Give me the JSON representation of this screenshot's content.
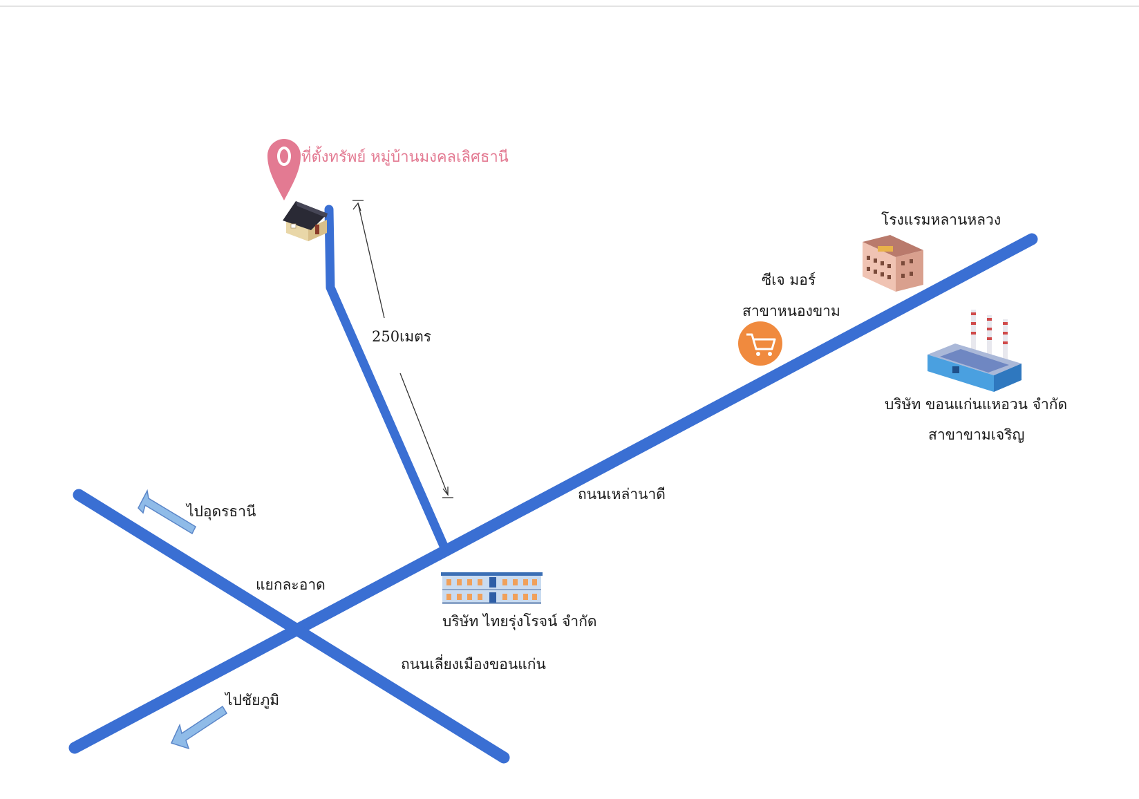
{
  "colors": {
    "road": "#3a6fd3",
    "arrow": "#8fbbe8",
    "pin": "#e37a92",
    "shop": "#f08a3e",
    "text": "#1a1a1a"
  },
  "property": {
    "label": "ที่ตั้งทรัพย์ หมู่บ้านมงคลเลิศธานี",
    "icon": "location-pin-icon"
  },
  "distance": {
    "label": "250เมตร"
  },
  "roads": {
    "lao_na_di": "ถนนเหล่านาดี",
    "bypass": "ถนนเลี่ยงเมืองขอนแก่น"
  },
  "intersection": {
    "label": "แยกละอาด"
  },
  "directions": {
    "udon": "ไปอุดรธานี",
    "chaiyaphum": "ไปชัยภูมิ"
  },
  "landmarks": {
    "cj_more": {
      "line1": "ซีเจ มอร์",
      "line2": "สาขาหนองขาม",
      "icon": "shopping-cart-icon"
    },
    "hotel": {
      "label": "โรงแรมหลานหลวง",
      "icon": "hotel-building-icon"
    },
    "factory": {
      "line1": "บริษัท ขอนแก่นแหอวน จำกัด",
      "line2": "สาขาขามเจริญ",
      "icon": "factory-icon"
    },
    "thai_rung": {
      "label": "บริษัท ไทยรุ่งโรจน์ จำกัด",
      "icon": "office-building-icon"
    }
  }
}
